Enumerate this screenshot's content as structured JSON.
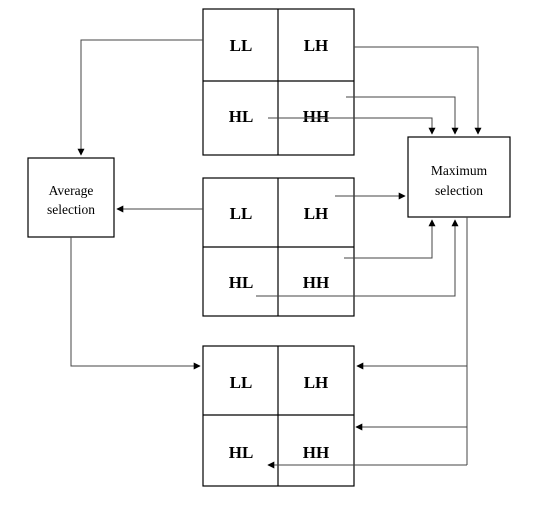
{
  "grids": [
    {
      "id": "top",
      "cells": {
        "ll": "LL",
        "lh": "LH",
        "hl": "HL",
        "hh": "HH"
      }
    },
    {
      "id": "middle",
      "cells": {
        "ll": "LL",
        "lh": "LH",
        "hl": "HL",
        "hh": "HH"
      }
    },
    {
      "id": "bottom",
      "cells": {
        "ll": "LL",
        "lh": "LH",
        "hl": "HL",
        "hh": "HH"
      }
    }
  ],
  "average_box": {
    "line1": "Average",
    "line2": "selection"
  },
  "maximum_box": {
    "line1": "Maximum",
    "line2": "selection"
  }
}
